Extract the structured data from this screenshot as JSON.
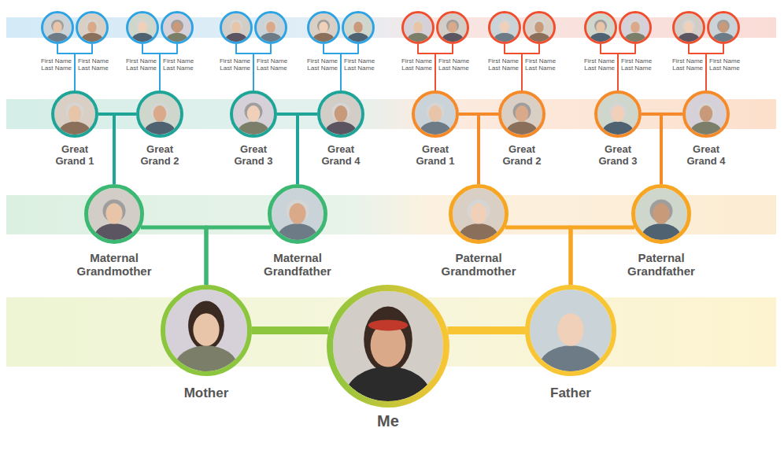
{
  "diagram": {
    "nodes": [
      {
        "text": [
          "First Name Last Name"
        ]
      },
      {
        "text": [
          "First Name Last Name"
        ]
      },
      {
        "text": [
          "First Name Last Name"
        ]
      },
      {
        "text": [
          "First Name Last Name"
        ]
      },
      {
        "text": [
          "First Name Last Name"
        ]
      },
      {
        "text": [
          "First Name Last Name"
        ]
      },
      {
        "text": [
          "First Name Last Name"
        ]
      },
      {
        "text": [
          "First Name Last Name"
        ]
      },
      {
        "text": [
          "First Name Last Name"
        ]
      },
      {
        "text": [
          "First Name Last Name"
        ]
      },
      {
        "text": [
          "First Name Last Name"
        ]
      },
      {
        "text": [
          "First Name Last Name"
        ]
      },
      {
        "text": [
          "First Name Last Name"
        ]
      },
      {
        "text": [
          "First Name Last Name"
        ]
      },
      {
        "text": [
          "First Name Last Name"
        ]
      },
      {
        "text": [
          "First Name Last Name"
        ]
      },
      {
        "text": [
          "Great Grand 1"
        ]
      },
      {
        "text": [
          "Great Grand 2"
        ]
      },
      {
        "text": [
          "Great Grand 3"
        ]
      },
      {
        "text": [
          "Great Grand 4"
        ]
      },
      {
        "text": [
          "Great Grand 1"
        ]
      },
      {
        "text": [
          "Great Grand 2"
        ]
      },
      {
        "text": [
          "Great Grand 3"
        ]
      },
      {
        "text": [
          "Great Grand 4"
        ]
      },
      {
        "text": [
          "Maternal Grandmother"
        ]
      },
      {
        "text": [
          "Maternal Grandfather"
        ]
      },
      {
        "text": [
          "Paternal Grandmother"
        ]
      },
      {
        "text": [
          "Paternal Grandfather"
        ]
      },
      {
        "text": [
          "Mother"
        ]
      },
      {
        "text": [
          "Me"
        ]
      },
      {
        "text": [
          "Father"
        ]
      }
    ],
    "edges": [
      {
        "from": 0,
        "to": 16,
        "arrow": "none"
      },
      {
        "from": 1,
        "to": 16,
        "arrow": "none"
      },
      {
        "from": 2,
        "to": 17,
        "arrow": "none"
      },
      {
        "from": 3,
        "to": 17,
        "arrow": "none"
      },
      {
        "from": 4,
        "to": 18,
        "arrow": "none"
      },
      {
        "from": 5,
        "to": 18,
        "arrow": "none"
      },
      {
        "from": 6,
        "to": 19,
        "arrow": "none"
      },
      {
        "from": 7,
        "to": 19,
        "arrow": "none"
      },
      {
        "from": 8,
        "to": 20,
        "arrow": "none"
      },
      {
        "from": 9,
        "to": 20,
        "arrow": "none"
      },
      {
        "from": 10,
        "to": 21,
        "arrow": "none"
      },
      {
        "from": 11,
        "to": 21,
        "arrow": "none"
      },
      {
        "from": 12,
        "to": 22,
        "arrow": "none"
      },
      {
        "from": 13,
        "to": 22,
        "arrow": "none"
      },
      {
        "from": 14,
        "to": 23,
        "arrow": "none"
      },
      {
        "from": 15,
        "to": 23,
        "arrow": "none"
      },
      {
        "from": 16,
        "to": 24,
        "arrow": "none"
      },
      {
        "from": 17,
        "to": 24,
        "arrow": "none"
      },
      {
        "from": 18,
        "to": 25,
        "arrow": "none"
      },
      {
        "from": 19,
        "to": 25,
        "arrow": "none"
      },
      {
        "from": 20,
        "to": 26,
        "arrow": "none"
      },
      {
        "from": 21,
        "to": 26,
        "arrow": "none"
      },
      {
        "from": 22,
        "to": 27,
        "arrow": "none"
      },
      {
        "from": 23,
        "to": 27,
        "arrow": "none"
      },
      {
        "from": 24,
        "to": 28,
        "arrow": "none"
      },
      {
        "from": 25,
        "to": 28,
        "arrow": "none"
      },
      {
        "from": 26,
        "to": 30,
        "arrow": "none"
      },
      {
        "from": 27,
        "to": 30,
        "arrow": "none"
      },
      {
        "from": 28,
        "to": 29,
        "arrow": "none"
      },
      {
        "from": 30,
        "to": 29,
        "arrow": "none"
      }
    ]
  }
}
